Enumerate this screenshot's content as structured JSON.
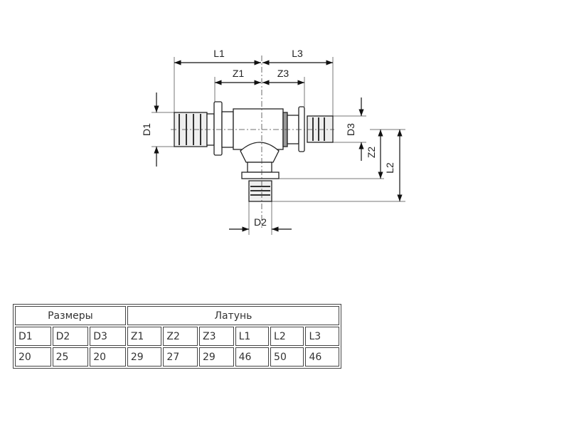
{
  "drawing": {
    "labels": {
      "L1": "L1",
      "L3": "L3",
      "Z1": "Z1",
      "Z3": "Z3",
      "D1": "D1",
      "D3": "D3",
      "Z2": "Z2",
      "L2": "L2",
      "D2": "D2"
    }
  },
  "table": {
    "group_headers": [
      "Размеры",
      "Латунь"
    ],
    "columns": [
      "D1",
      "D2",
      "D3",
      "Z1",
      "Z2",
      "Z3",
      "L1",
      "L2",
      "L3"
    ],
    "rows": [
      [
        "20",
        "25",
        "20",
        "29",
        "27",
        "29",
        "46",
        "50",
        "46"
      ]
    ]
  }
}
